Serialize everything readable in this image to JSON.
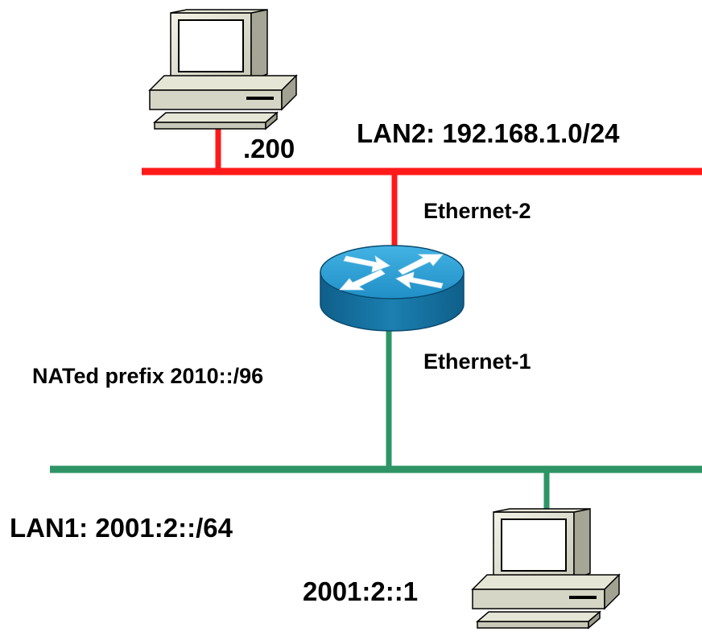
{
  "labels": {
    "host_top_address": ".200",
    "lan2": "LAN2: 192.168.1.0/24",
    "ethernet2": "Ethernet-2",
    "ethernet1": "Ethernet-1",
    "nated_prefix": "NATed prefix 2010::/96",
    "lan1": "LAN1: 2001:2::/64",
    "host_bottom_address": "2001:2::1"
  },
  "colors": {
    "lan2_link": "#ff1a1a",
    "lan1_link": "#2e9466",
    "router_body": "#1b7fb0",
    "router_top": "#2a9ed6",
    "arrow": "#ffffff"
  },
  "icons": [
    "desktop-computer-icon",
    "router-icon",
    "desktop-computer-icon"
  ]
}
